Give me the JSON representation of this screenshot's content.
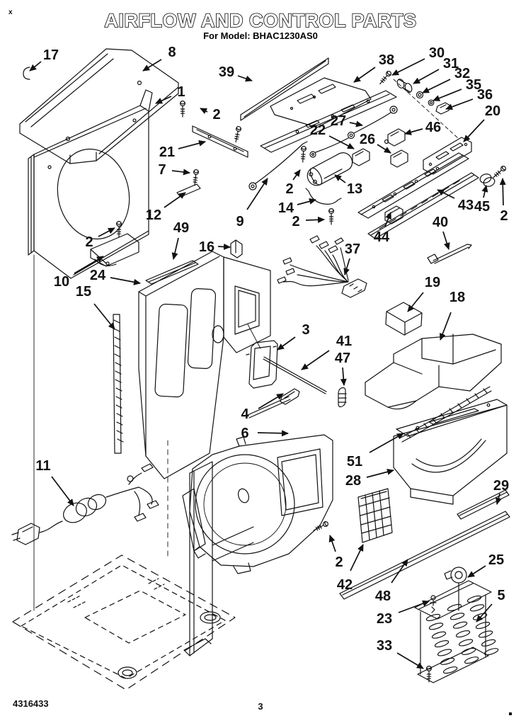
{
  "title": "AIRFLOW AND CONTROL PARTS",
  "subtitle": "For Model: BHAC1230AS0",
  "marks": {
    "top_left": "x"
  },
  "footer": {
    "catalog_number": "4316433",
    "page_number": "3"
  },
  "callouts": [
    {
      "text": "17"
    },
    {
      "text": "8"
    },
    {
      "text": "39"
    },
    {
      "text": "38"
    },
    {
      "text": "30"
    },
    {
      "text": "31"
    },
    {
      "text": "32"
    },
    {
      "text": "35"
    },
    {
      "text": "36"
    },
    {
      "text": "20"
    },
    {
      "text": "1"
    },
    {
      "text": "2"
    },
    {
      "text": "21"
    },
    {
      "text": "27"
    },
    {
      "text": "22"
    },
    {
      "text": "26"
    },
    {
      "text": "46"
    },
    {
      "text": "7"
    },
    {
      "text": "12"
    },
    {
      "text": "2"
    },
    {
      "text": "13"
    },
    {
      "text": "2"
    },
    {
      "text": "9"
    },
    {
      "text": "14"
    },
    {
      "text": "2"
    },
    {
      "text": "43"
    },
    {
      "text": "45"
    },
    {
      "text": "2"
    },
    {
      "text": "44"
    },
    {
      "text": "49"
    },
    {
      "text": "16"
    },
    {
      "text": "10"
    },
    {
      "text": "24"
    },
    {
      "text": "15"
    },
    {
      "text": "37"
    },
    {
      "text": "40"
    },
    {
      "text": "19"
    },
    {
      "text": "18"
    },
    {
      "text": "3"
    },
    {
      "text": "41"
    },
    {
      "text": "47"
    },
    {
      "text": "4"
    },
    {
      "text": "6"
    },
    {
      "text": "51"
    },
    {
      "text": "28"
    },
    {
      "text": "29"
    },
    {
      "text": "11"
    },
    {
      "text": "2"
    },
    {
      "text": "42"
    },
    {
      "text": "48"
    },
    {
      "text": "25"
    },
    {
      "text": "23"
    },
    {
      "text": "5"
    },
    {
      "text": "33"
    }
  ]
}
